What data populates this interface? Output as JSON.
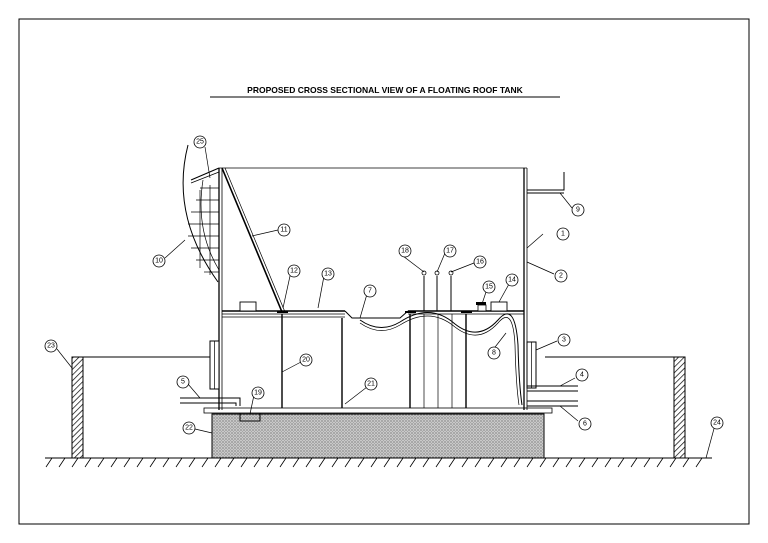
{
  "title": "PROPOSED CROSS SECTIONAL VIEW OF A FLOATING ROOF TANK",
  "callouts": [
    {
      "id": "1",
      "label": "1"
    },
    {
      "id": "2",
      "label": "2"
    },
    {
      "id": "3",
      "label": "3"
    },
    {
      "id": "4",
      "label": "4"
    },
    {
      "id": "5",
      "label": "5"
    },
    {
      "id": "6",
      "label": "6"
    },
    {
      "id": "7",
      "label": "7"
    },
    {
      "id": "8",
      "label": "8"
    },
    {
      "id": "9",
      "label": "9"
    },
    {
      "id": "10",
      "label": "10"
    },
    {
      "id": "11",
      "label": "11"
    },
    {
      "id": "12",
      "label": "12"
    },
    {
      "id": "13",
      "label": "13"
    },
    {
      "id": "14",
      "label": "14"
    },
    {
      "id": "15",
      "label": "15"
    },
    {
      "id": "16",
      "label": "16"
    },
    {
      "id": "17",
      "label": "17"
    },
    {
      "id": "18",
      "label": "18"
    },
    {
      "id": "19",
      "label": "19"
    },
    {
      "id": "20",
      "label": "20"
    },
    {
      "id": "21",
      "label": "21"
    },
    {
      "id": "22",
      "label": "22"
    },
    {
      "id": "23",
      "label": "23"
    },
    {
      "id": "24",
      "label": "24"
    },
    {
      "id": "25",
      "label": "25"
    }
  ]
}
